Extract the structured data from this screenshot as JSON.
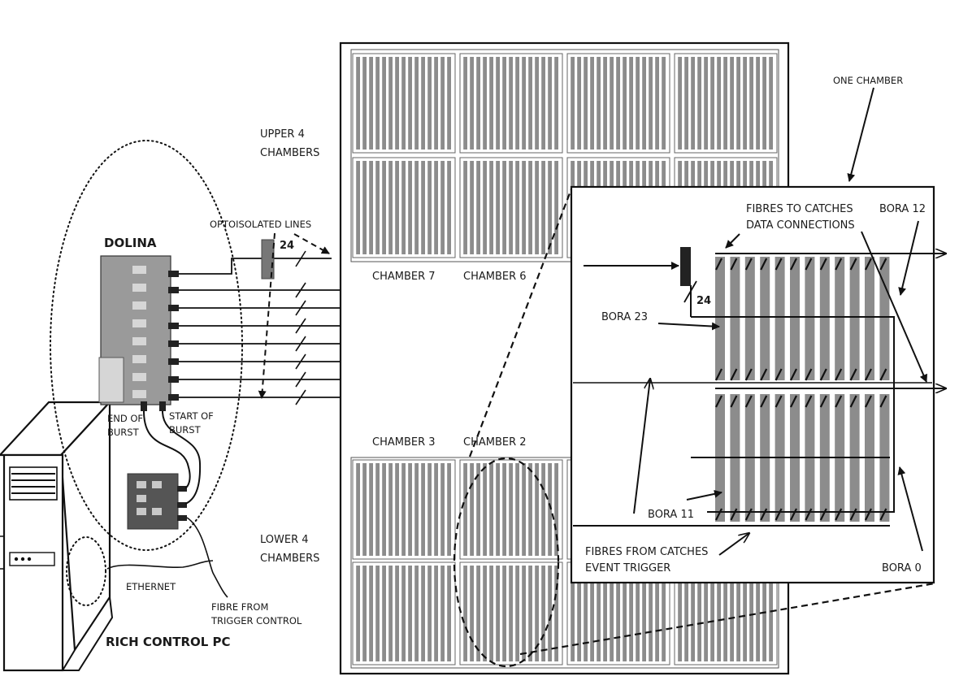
{
  "labels": {
    "one_chamber": "ONE CHAMBER",
    "upper_chambers_1": "UPPER 4",
    "upper_chambers_2": "CHAMBERS",
    "lower_chambers_1": "LOWER 4",
    "lower_chambers_2": "CHAMBERS",
    "optoisolated_lines": "OPTOISOLATED LINES",
    "dolina": "DOLINA",
    "bus_width_left": "24",
    "bus_width_detail": "24",
    "chamber_7": "CHAMBER 7",
    "chamber_6": "CHAMBER 6",
    "chamber_3": "CHAMBER 3",
    "chamber_2": "CHAMBER 2",
    "end_of_burst_1": "END OF",
    "end_of_burst_2": "BURST",
    "start_of_burst_1": "START OF",
    "start_of_burst_2": "BURST",
    "ethernet": "ETHERNET",
    "fibre_from_trigger_1": "FIBRE FROM",
    "fibre_from_trigger_2": "TRIGGER CONTROL",
    "rich_control_pc": "RICH CONTROL PC",
    "fibres_to_catches_1": "FIBRES TO CATCHES",
    "fibres_to_catches_2": "DATA CONNECTIONS",
    "bora_12": "BORA 12",
    "bora_23": "BORA 23",
    "bora_11": "BORA 11",
    "bora_0": "BORA 0",
    "fibres_from_catches_1": "FIBRES FROM CATCHES",
    "fibres_from_catches_2": "EVENT TRIGGER"
  },
  "colors": {
    "line": "#111111",
    "board_fill": "#8c8c8c",
    "dolina_fill": "#9a9a9a",
    "dolina_light": "#d6d6d6",
    "connector": "#222222",
    "box_dark": "#555555"
  }
}
